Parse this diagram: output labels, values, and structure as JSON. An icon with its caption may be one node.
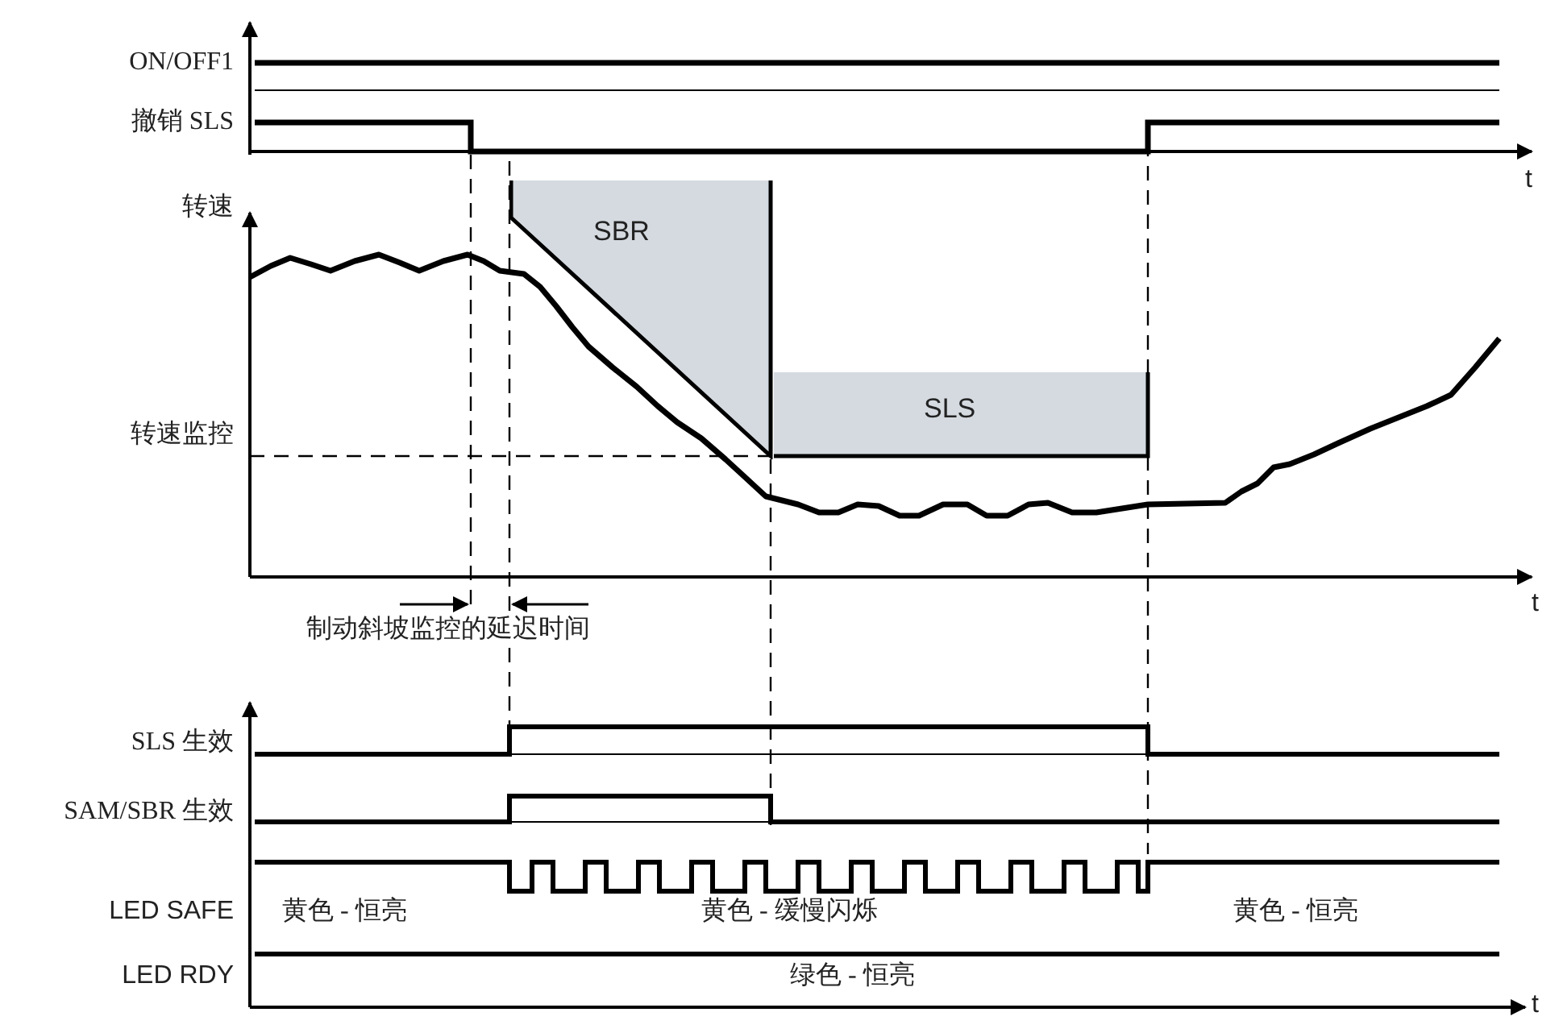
{
  "diagram": {
    "nodes": [
      {
        "text": [
          "SBR"
        ]
      },
      {
        "text": [
          "SLS"
        ]
      }
    ],
    "edges": [],
    "labels": [
      "ON/OFF1",
      "撤销 SLS",
      "t",
      "转速",
      "转速监控",
      "t",
      "制动斜坡监控的延迟时间",
      "SLS 生效",
      "SAM/SBR 生效",
      "LED SAFE",
      "黄色 - 恒亮",
      "黄色 - 缓慢闪烁",
      "黄色 - 恒亮",
      "LED RDY",
      "绿色 - 恒亮",
      "t"
    ]
  }
}
